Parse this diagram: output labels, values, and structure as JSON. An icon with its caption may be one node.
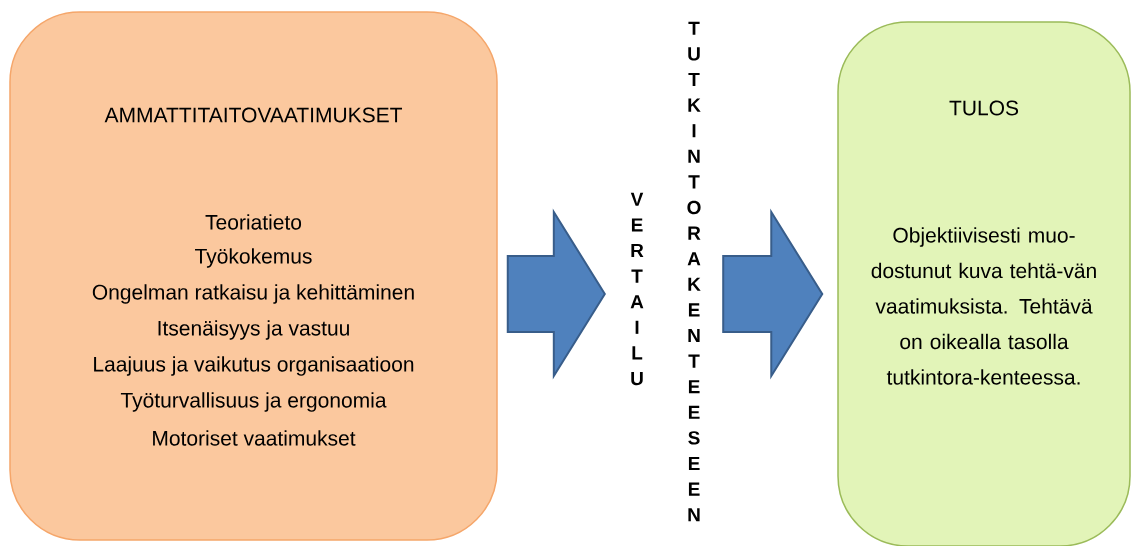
{
  "diagram": {
    "nodes": [
      {
        "text": [
          "AMMATTITAITOVAATIMUKSET",
          "Teoriatieto",
          "Työkokemus",
          "Ongelman ratkaisu ja kehittäminen",
          "Itsenäisyys ja vastuu",
          "Laajuus ja vaikutus organisaatioon",
          "Työturvallisuus ja ergonomia",
          "Motoriset vaatimukset"
        ]
      },
      {
        "text": [
          "VERTAILU"
        ]
      },
      {
        "text": [
          "TUTKINTORAKENTEESEEN"
        ]
      },
      {
        "text": [
          "TULOS",
          "Objektiivisesti muo-dostunut kuva tehtä-vän vaatimuksista. Tehtävä on oikealla tasolla tutkintora-kenteessa."
        ]
      }
    ],
    "edges": [
      {
        "from": 0,
        "to": 1,
        "arrow": "to"
      },
      {
        "from": 2,
        "to": 3,
        "arrow": "to"
      }
    ]
  }
}
